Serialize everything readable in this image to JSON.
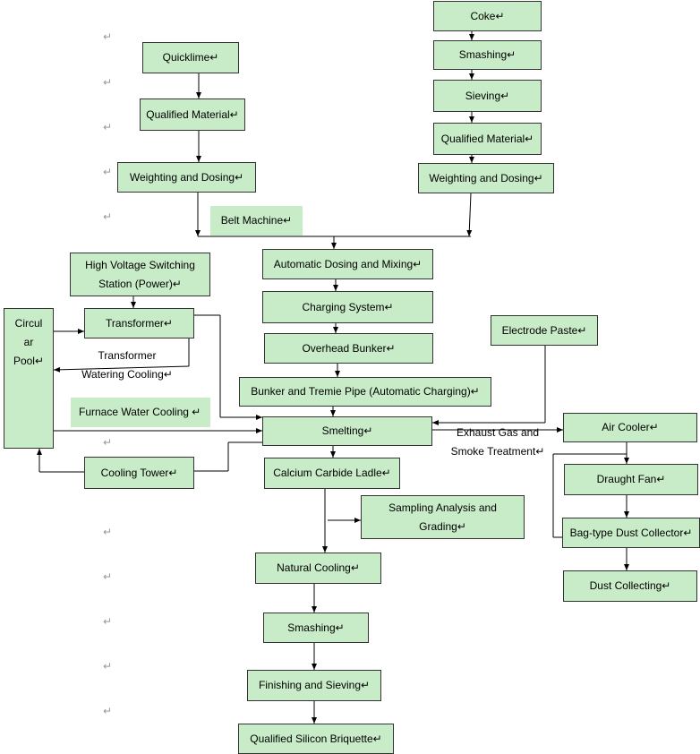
{
  "colors": {
    "box_fill": "#c8ecc8",
    "border": "#333333",
    "line": "#000000"
  },
  "nodes": {
    "coke": "Coke↵",
    "smashing_top": "Smashing↵",
    "sieving": "Sieving↵",
    "qualified_material_right": "Qualified Material↵",
    "weighting_dosing_right": "Weighting and Dosing↵",
    "quicklime": "Quicklime↵",
    "qualified_material_left": "Qualified Material↵",
    "weighting_dosing_left": "Weighting and Dosing↵",
    "belt_machine": "Belt Machine↵",
    "automatic_dosing_mixing": "Automatic Dosing and Mixing↵",
    "charging_system": "Charging System↵",
    "overhead_bunker": "Overhead Bunker↵",
    "bunker_tremie": "Bunker and Tremie Pipe (Automatic Charging)↵",
    "hv_station_line1": "High Voltage Switching",
    "hv_station_line2": "Station (Power)↵",
    "transformer": "Transformer↵",
    "circular_pool_1": "Circul",
    "circular_pool_2": "ar",
    "circular_pool_3": "Pool↵",
    "transformer_cooling_1": "Transformer",
    "transformer_cooling_2": "Watering Cooling↵",
    "furnace_water_cooling": "Furnace Water Cooling ↵",
    "cooling_tower": "Cooling Tower↵",
    "smelting": "Smelting↵",
    "electrode_paste": "Electrode Paste↵",
    "exhaust_1": "Exhaust Gas and",
    "exhaust_2": "Smoke Treatment↵",
    "air_cooler": "Air Cooler↵",
    "draught_fan": "Draught Fan↵",
    "bag_dust_collector": "Bag-type Dust Collector↵",
    "dust_collecting": "Dust Collecting↵",
    "calcium_carbide_ladle": "Calcium Carbide Ladle↵",
    "sampling_1": "Sampling Analysis and",
    "sampling_2": "Grading↵",
    "natural_cooling": "Natural Cooling↵",
    "smashing_bottom": "Smashing↵",
    "finishing_sieving": "Finishing and Sieving↵",
    "qualified_briquette": "Qualified Silicon Briquette↵"
  },
  "return_mark": "↵"
}
